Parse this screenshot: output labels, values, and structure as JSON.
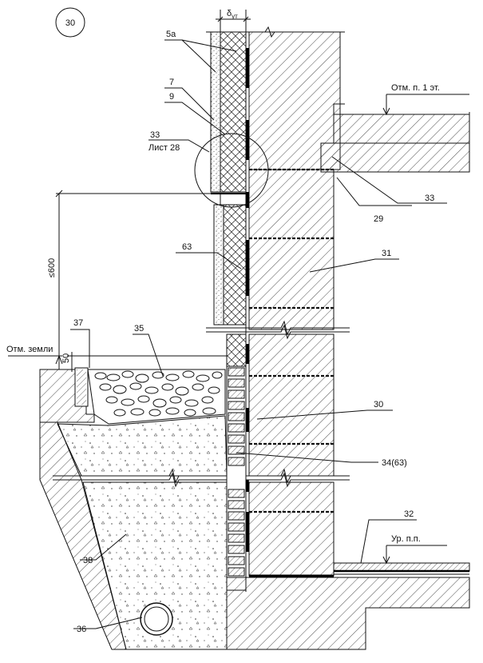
{
  "sheet_number": "30",
  "thickness_label": "δ",
  "thickness_subscript": "ут",
  "labels": {
    "l_5a": "5а",
    "l_7": "7",
    "l_9": "9",
    "l_33a": "33",
    "l_list28": "Лист 28",
    "l_63": "63",
    "l_37": "37",
    "l_35": "35",
    "l_otm_zemli": "Отм. земли",
    "l_50": "50",
    "l_otm_floor": "Отм. п. 1 эт.",
    "l_33b": "33",
    "l_29": "29",
    "l_31": "31",
    "l_30": "30",
    "l_34": "34(63)",
    "l_32": "32",
    "l_ur": "Ур. п.п.",
    "l_38": "38",
    "l_36": "36"
  },
  "dimension_600": "≤600"
}
